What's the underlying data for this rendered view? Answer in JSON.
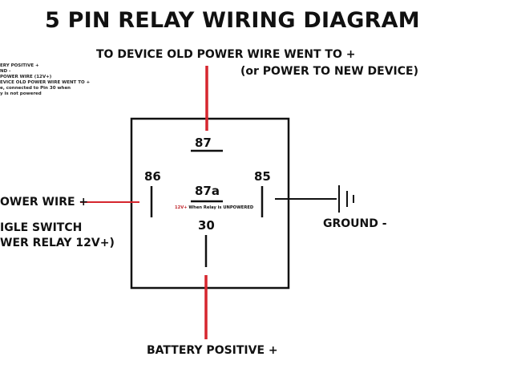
{
  "title": "5 PIN RELAY WIRING DIAGRAM",
  "legend_lines": [
    "ERY POSITIVE +",
    "ND -",
    "POWER WIRE  (12V+)",
    "EVICE OLD POWER WIRE WENT TO +",
    "e, connected to Pin 30 when",
    "y is not powered"
  ],
  "labels": {
    "top_line1": "TO DEVICE OLD POWER WIRE WENT TO +",
    "top_line2": "(or POWER TO NEW DEVICE)",
    "left_line1": "OWER WIRE +",
    "left_line2": "IGLE SWITCH",
    "left_line3": "WER RELAY 12V+)",
    "ground": "GROUND -",
    "bottom": "BATTERY POSITIVE +"
  },
  "pins": {
    "p87": "87",
    "p86": "86",
    "p85": "85",
    "p87a": "87a",
    "p30": "30"
  },
  "note_87a": {
    "voltage": "12V+",
    "text": " When Relay is UNPOWERED"
  },
  "colors": {
    "wire_red": "#d6262e",
    "wire_black": "#111111"
  }
}
